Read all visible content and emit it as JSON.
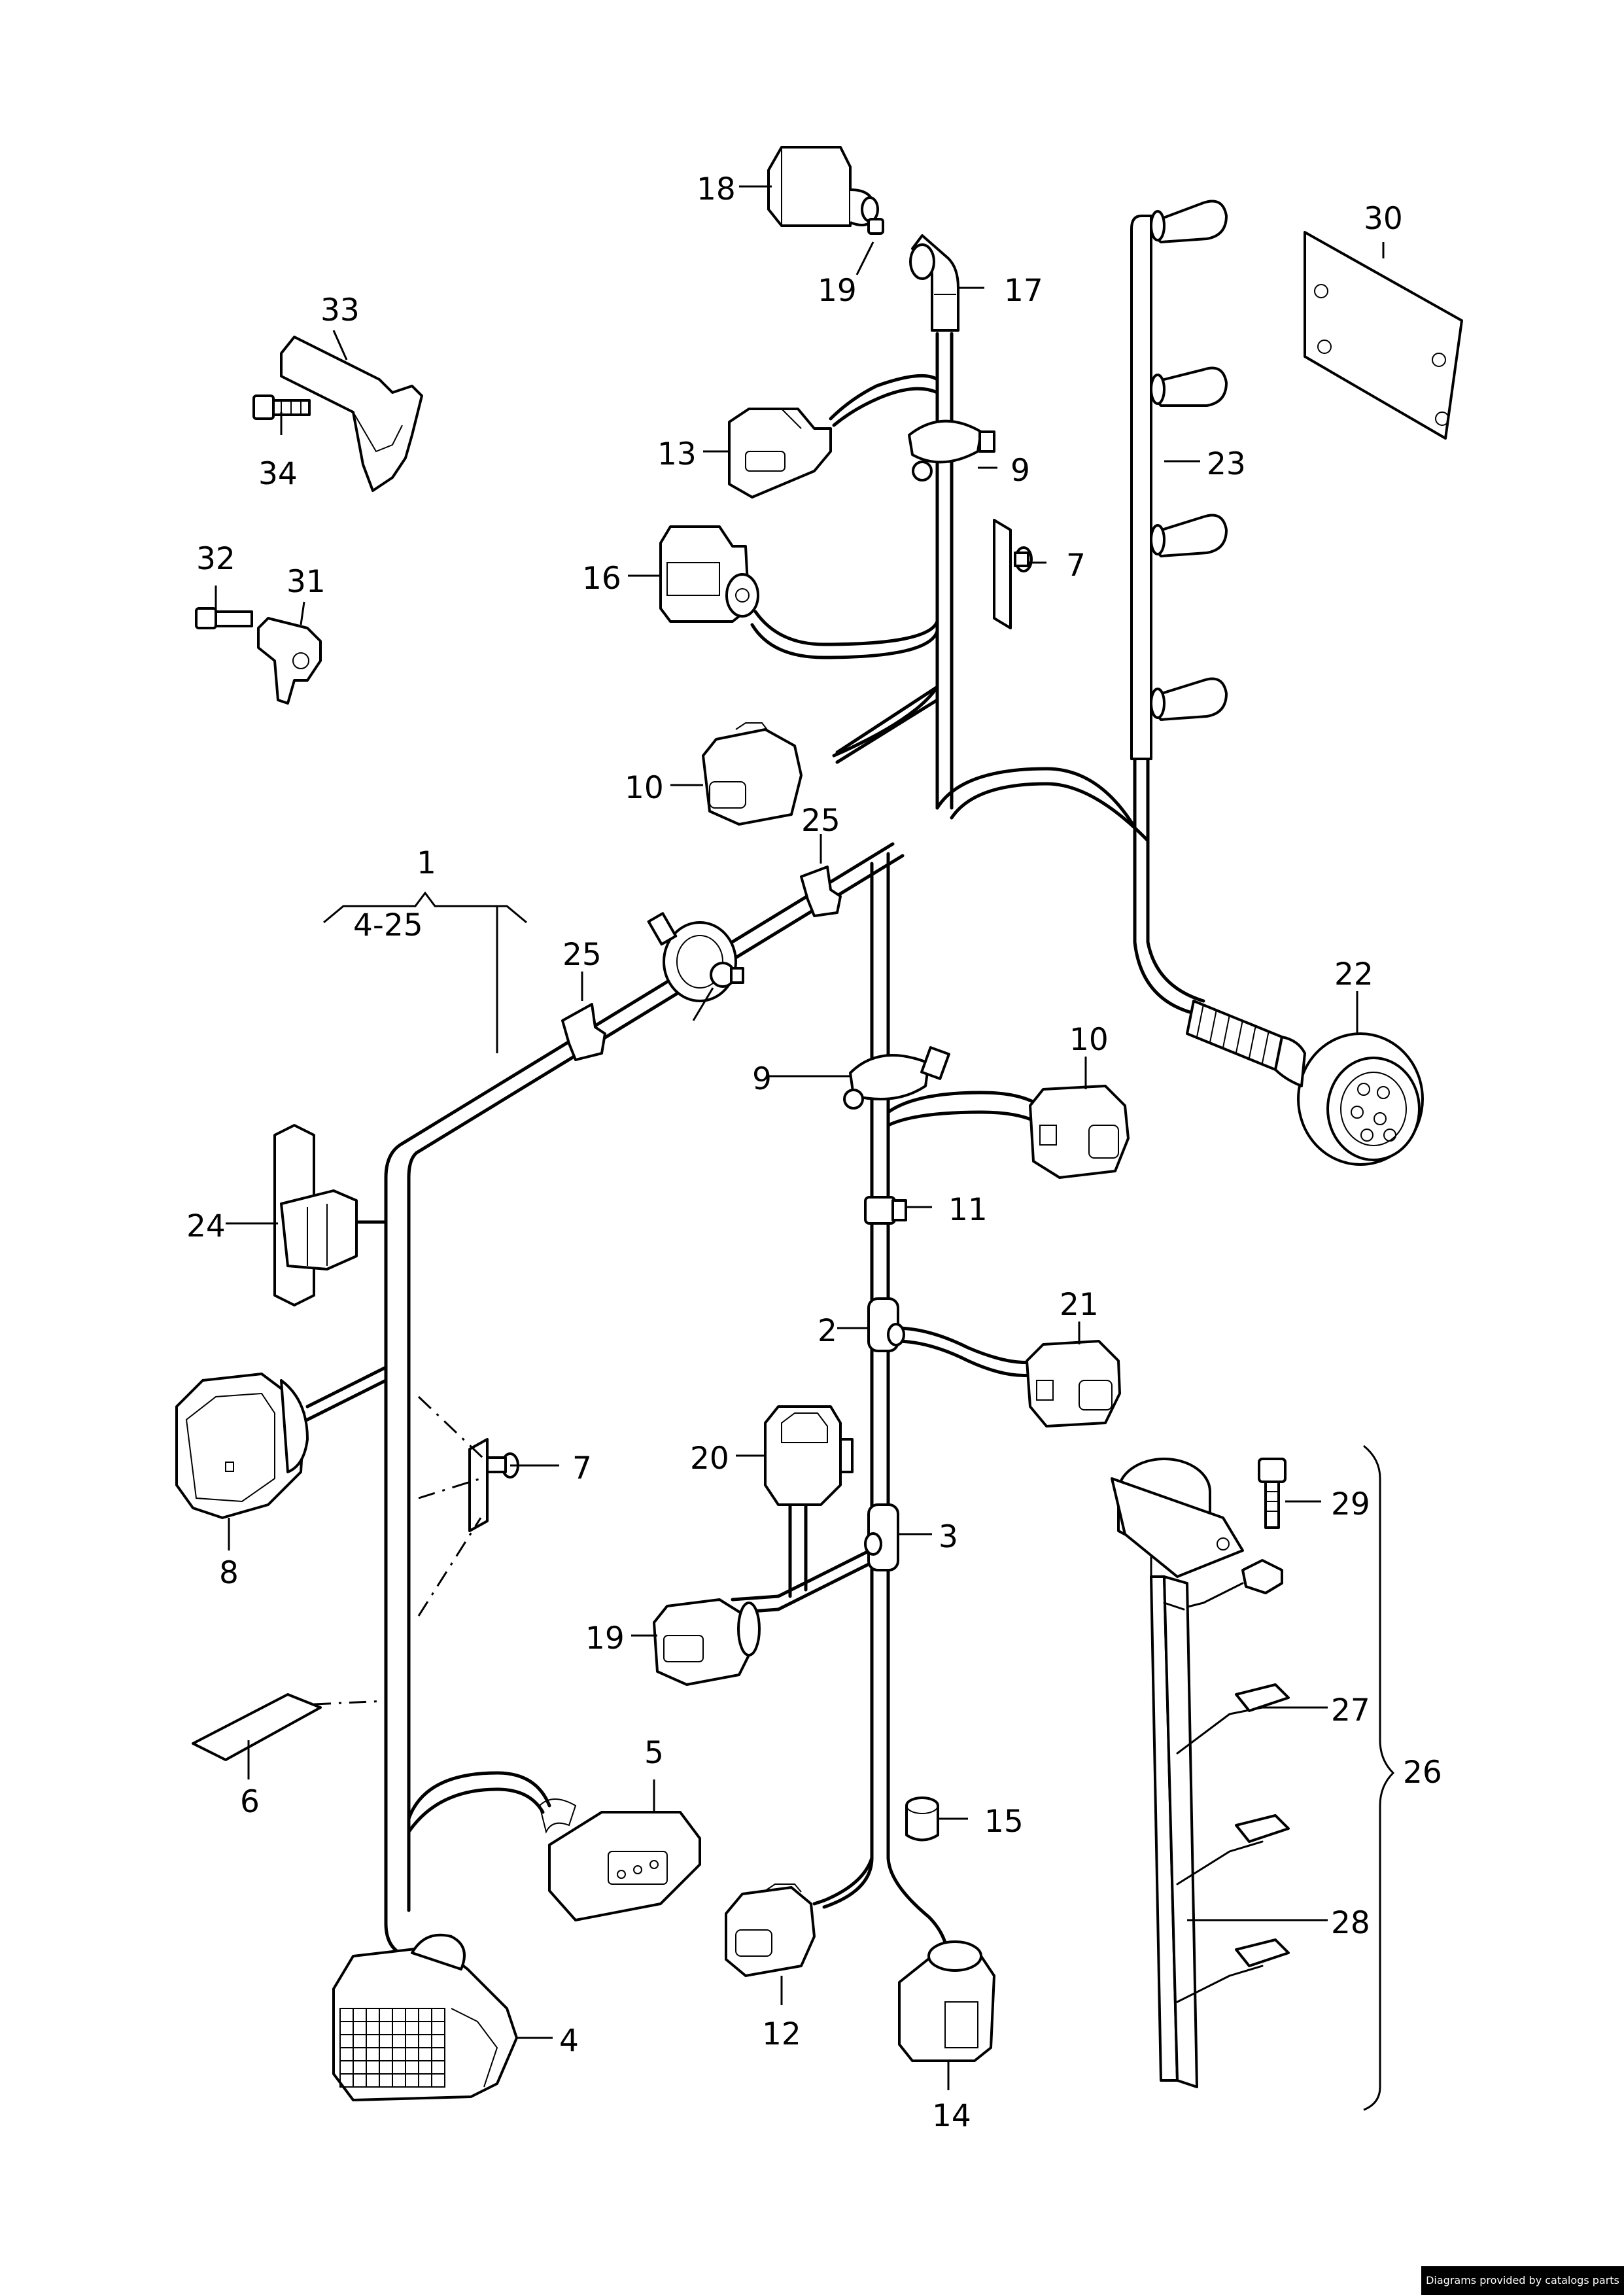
{
  "callouts": {
    "c1": "1",
    "c1_range": "4-25",
    "c2": "2",
    "c3": "3",
    "c4": "4",
    "c5": "5",
    "c6": "6",
    "c7a": "7",
    "c7b": "7",
    "c8": "8",
    "c9a": "9",
    "c9b": "9",
    "c10a": "10",
    "c10b": "10",
    "c11": "11",
    "c12": "12",
    "c13": "13",
    "c14": "14",
    "c15": "15",
    "c16": "16",
    "c17": "17",
    "c18": "18",
    "c19a": "19",
    "c19b": "19",
    "c20": "20",
    "c21": "21",
    "c22": "22",
    "c23": "23",
    "c24": "24",
    "c25a": "25",
    "c25b": "25",
    "c26": "26",
    "c27": "27",
    "c28": "28",
    "c29": "29",
    "c30": "30",
    "c31": "31",
    "c32": "32",
    "c33": "33",
    "c34": "34"
  },
  "footer": {
    "credit": "Diagrams provided by catalogs parts"
  }
}
